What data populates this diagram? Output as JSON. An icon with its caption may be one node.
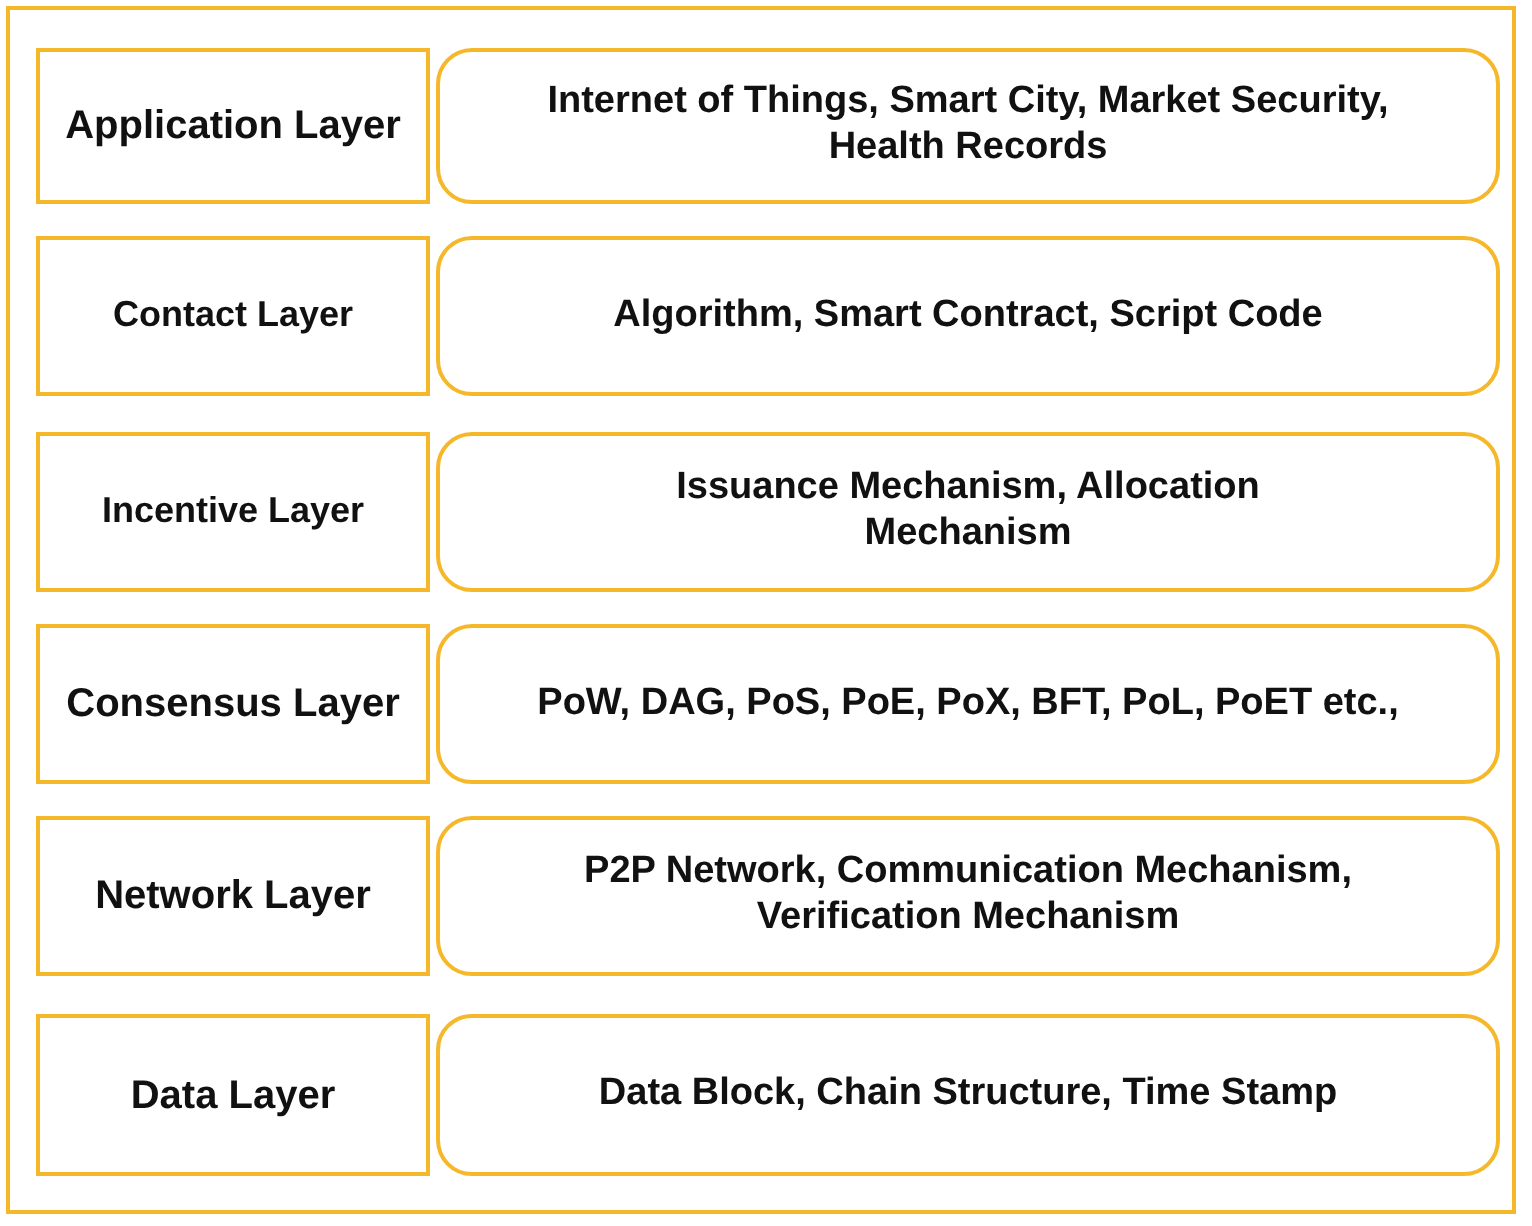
{
  "diagram": {
    "nodes": [
      {
        "text": [
          "Application Layer"
        ]
      },
      {
        "text": [
          "Internet of Things, Smart City, Market Security, Health Records"
        ]
      },
      {
        "text": [
          "Contact Layer"
        ]
      },
      {
        "text": [
          "Algorithm, Smart Contract, Script Code"
        ]
      },
      {
        "text": [
          "Incentive Layer"
        ]
      },
      {
        "text": [
          "Issuance Mechanism, Allocation Mechanism"
        ]
      },
      {
        "text": [
          "Consensus Layer"
        ]
      },
      {
        "text": [
          "PoW, DAG, PoS, PoE, PoX, BFT, PoL, PoET etc.,"
        ]
      },
      {
        "text": [
          "Network Layer"
        ]
      },
      {
        "text": [
          "P2P Network, Communication Mechanism, Verification Mechanism"
        ]
      },
      {
        "text": [
          "Data Layer"
        ]
      },
      {
        "text": [
          "Data Block, Chain Structure, Time Stamp"
        ]
      }
    ]
  }
}
